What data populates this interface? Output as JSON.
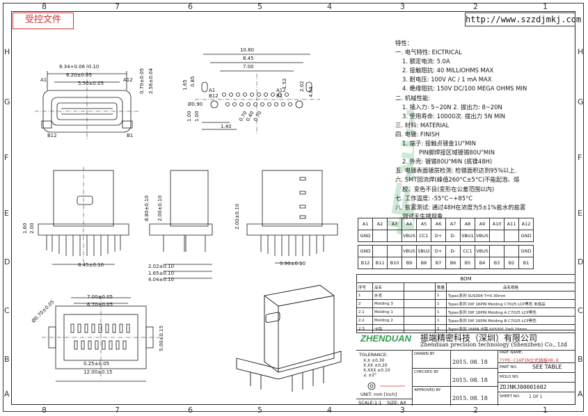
{
  "stamp": "受控文件",
  "url": "http://www.szzdjmkj.com",
  "zones": {
    "top": [
      "8",
      "7",
      "6",
      "5",
      "4",
      "3",
      "2",
      "1"
    ],
    "left": [
      "H",
      "G",
      "F",
      "E",
      "D",
      "C",
      "B",
      "A"
    ]
  },
  "dims": {
    "top_left": [
      "8.34+0.06 -0.10",
      "6.20±0.05",
      "5.50±0.05",
      "A1",
      "A12",
      "B12",
      "B1",
      "0.70±0.05",
      "2.56±0.04"
    ],
    "top_mid": [
      "10.80",
      "8.45",
      "7.00",
      "1.65",
      "0.85",
      "1.52",
      "2.02",
      "4.04",
      "A1",
      "A12",
      "B12",
      "B1",
      "Ø0.90",
      "1.00",
      "1.00",
      "0.70",
      "0.40",
      "0.70",
      "1.40"
    ],
    "front_views": [
      "1.60",
      "2.00",
      "8.45±0.10",
      "8.80±0.10",
      "2.00±0.10",
      "2.02±0.10",
      "1.65±0.10",
      "4.04±0.10",
      "2.00±0.10",
      "0.90±0.10"
    ],
    "bottom_left": [
      "7.00±0.05",
      "6.70±0.05",
      "Ø0.70±0.05",
      "5.00±0.15",
      "0.25±0.05",
      "12.00±0.15"
    ]
  },
  "spec": [
    {
      "level": 0,
      "text": "特性："
    },
    {
      "level": 0,
      "text": "一. 电气特性: EICTRICAL"
    },
    {
      "level": 1,
      "text": "1. 额定电流: 5.0A"
    },
    {
      "level": 1,
      "text": "2. 接触阻抗: 40 MILLIOHMS MAX"
    },
    {
      "level": 1,
      "text": "3. 耐电压: 100V AC / 1 mA MAX"
    },
    {
      "level": 1,
      "text": "4. 绝缘阻抗: 150V DC/100 MEGA OHMS MIN"
    },
    {
      "level": 0,
      "text": "二. 机械性能:"
    },
    {
      "level": 1,
      "text": "1. 插入力: 5~20N  2. 拔出力: 8~20N"
    },
    {
      "level": 1,
      "text": "3. 使用寿命: 10000次. 拔出力 5N MIN"
    },
    {
      "level": 0,
      "text": "三. 材料: MATERIAL"
    },
    {
      "level": 0,
      "text": "四. 电镀: FINISH"
    },
    {
      "level": 1,
      "text": "1. 端子: 接触点镀金1U\"MIN"
    },
    {
      "level": 2,
      "text": "PIN脚焊接区域镀锡80U\"MIN"
    },
    {
      "level": 1,
      "text": "2. 外壳: 镀锡80U\"MIN (底镍48H)"
    },
    {
      "level": 0,
      "text": "五. 电镀表面镀层检测: 检锡面积达到95%以上."
    },
    {
      "level": 0,
      "text": "六. SMT回流焊(峰值260°C±5°C)不能起泡、熔"
    },
    {
      "level": 1,
      "text": "胶、变色不良(变形在公差范围以内)"
    },
    {
      "level": 0,
      "text": "七. 工作温度: -55°C~+85°C"
    },
    {
      "level": 0,
      "text": "八. 盐雾测试: 通过48H在浓度为5±1%盐水的盐雾"
    },
    {
      "level": 1,
      "text": "测试无生锈现象"
    }
  ],
  "pin_table": {
    "row1": [
      "A1",
      "A2",
      "A3",
      "A4",
      "A5",
      "A6",
      "A7",
      "A8",
      "A9",
      "A10",
      "A11",
      "A12"
    ],
    "row2": [
      "GND",
      "",
      "",
      "VBUS",
      "CC1",
      "D+",
      "D-",
      "SBU1",
      "VBUS",
      "",
      "",
      "GND"
    ],
    "row3": [
      "GND",
      "",
      "",
      "VBUS",
      "SBU2",
      "D+",
      "D-",
      "CC1",
      "VBUS",
      "",
      "",
      "GND"
    ],
    "row4": [
      "B12",
      "B11",
      "B10",
      "B9",
      "B8",
      "B7",
      "B6",
      "B5",
      "B4",
      "B3",
      "B2",
      "B1"
    ]
  },
  "bom": {
    "title": "BOM",
    "headers": [
      "序号",
      "品名",
      "",
      "数量",
      "品名规格"
    ],
    "rows": [
      [
        "1",
        "外壳",
        "",
        "1",
        "Typec系列 SUS304 T=0.30mm"
      ],
      [
        "2",
        "Molding 3",
        "",
        "1",
        "Typec系列 DIP 16PIN Molding C7025 LCP黑色 未成品"
      ],
      [
        "2.1",
        "Molding 1",
        "",
        "1",
        "Typec系列 DIP 16PIN Molding A C7025 LCP黑色"
      ],
      [
        "2.2",
        "Molding 2",
        "",
        "1",
        "Typec系列 DIP 16PIN Molding B C7025 LCP黑色"
      ],
      [
        "2.3",
        "卡钩",
        "",
        "1",
        "Typec系列 16PIN 卡钩 SUS301 T=0.15mm"
      ]
    ]
  },
  "titleblock": {
    "logo": "ZHENDUAN",
    "company_cn": "振端精密科技（深圳）有限公司",
    "company_en": "Zhenduan precision technology (Shenzhen) Co., Ltd",
    "tolerance_label": "TOLERANCE:",
    "tolerances": [
      [
        "X.X",
        "±0.30"
      ],
      [
        "X.XX",
        "±0.20"
      ],
      [
        "X.XXX",
        "±0.10"
      ],
      [
        "∠",
        "±2°"
      ]
    ],
    "unit": "UNIT: mm [inch]",
    "scale": "SCALE:1:1",
    "size": "SIZE: A4",
    "drawn_by_label": "DRAWN BY",
    "checked_by_label": "CHECKED BY",
    "approved_by_label": "APPROVED BY",
    "date1": "2015. 08. 18",
    "date2": "2015. 08. 18",
    "date3": "2015. 08. 18",
    "part_name_label": "PART NAME:",
    "part_name": "TYPE-C16PIN立式插板H8.8",
    "part_no_label": "PART NO.",
    "part_no": "SEE TABLE",
    "mold_no_label": "MOLD NO.",
    "dwg_no": "ZDJNKJ00001602",
    "sheet_no_label": "SHEET NO.",
    "sheet_no": "1 OF 1"
  },
  "watermark": "振端精密 ZHENDUAN"
}
